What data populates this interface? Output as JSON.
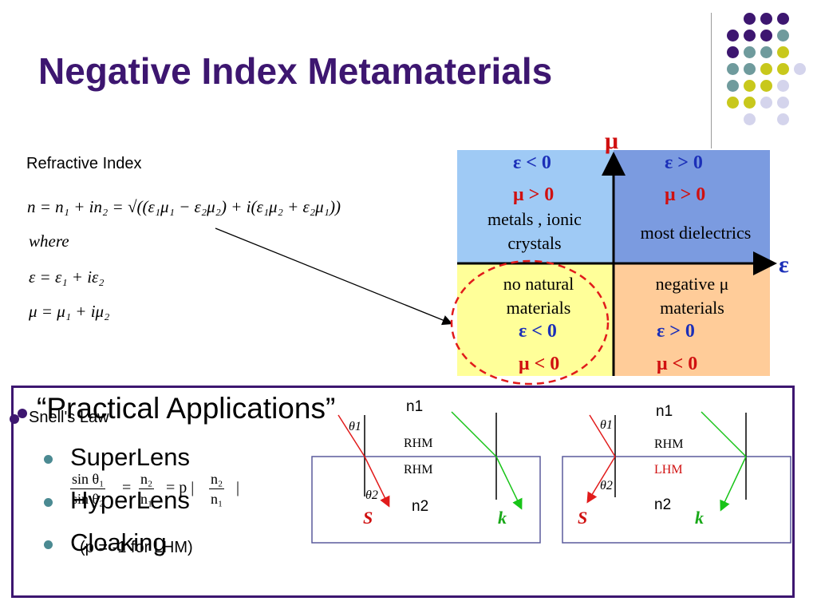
{
  "title": "Negative Index Metamaterials",
  "decor_colors": {
    "purple": "#3d1670",
    "teal": "#6f9b9d",
    "yellow": "#c8c81c",
    "lilac": "#d4d4ec"
  },
  "refractive_section": {
    "label": "Refractive Index",
    "eq1": "n = n₁ + in₂ = √((ε₁μ₁ − ε₂μ₂) + i(ε₁μ₂ + ε₂μ₁))",
    "where": "where",
    "eq2": "ε = ε₁ + iε₂",
    "eq3": "μ = μ₁ + iμ₂"
  },
  "diagram": {
    "mu_axis": "μ",
    "eps_axis": "ε",
    "q1": {
      "eps": "ε < 0",
      "mu": "μ > 0",
      "text_line1": "metals , ionic",
      "text_line2": "crystals",
      "color": "#9fcaf5"
    },
    "q2": {
      "eps": "ε > 0",
      "mu": "μ > 0",
      "text": "most dielectrics",
      "color": "#7b9be0"
    },
    "q3": {
      "text_line1": "no natural",
      "text_line2": "materials",
      "eps": "ε < 0",
      "mu": "μ < 0",
      "color": "#ffff99"
    },
    "q4": {
      "text_line1": "negative μ",
      "text_line2": "materials",
      "eps": "ε > 0",
      "mu": "μ < 0",
      "color": "#ffcc99"
    }
  },
  "applications": {
    "heading": "“Practical Applications”",
    "items": [
      "SuperLens",
      "HyperLens",
      "Cloaking"
    ]
  },
  "snell": {
    "label": "Snell's Law",
    "fraction_num": "sin θ₁",
    "fraction_den": "sin θ₂",
    "eq_sign": "=",
    "n_num": "n₂",
    "n_den": "n₁",
    "eq_sign2": "= p |",
    "abs_num": "n₂",
    "abs_den": "n₁",
    "abs_close": "|",
    "p_note": "(p = -1 for LHM)"
  },
  "refraction_left": {
    "n1": "n1",
    "n2": "n2",
    "top_medium": "RHM",
    "bottom_medium": "RHM",
    "theta1": "θ1",
    "theta2": "θ2",
    "s_label": "S",
    "k_label": "k"
  },
  "refraction_right": {
    "n1": "n1",
    "n2": "n2",
    "top_medium": "RHM",
    "bottom_medium": "LHM",
    "theta1": "θ1",
    "theta2": "θ2",
    "s_label": "S",
    "k_label": "k"
  }
}
